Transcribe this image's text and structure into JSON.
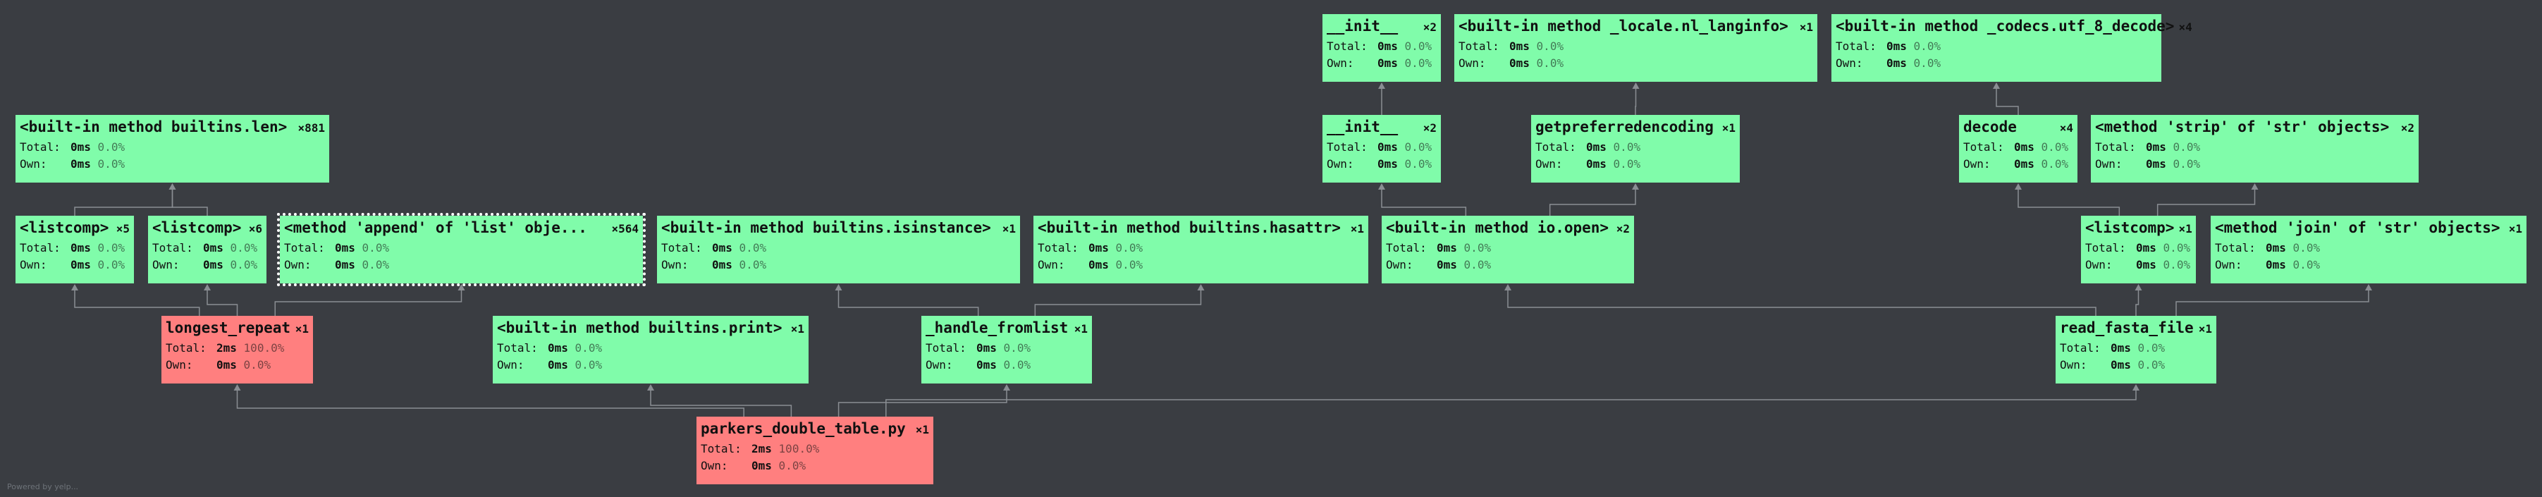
{
  "nodes": {
    "init_top": {
      "name": "__init__",
      "count": "×2",
      "total": "0ms",
      "total_pct": "0.0%",
      "own": "0ms",
      "own_pct": "0.0%"
    },
    "langinfo": {
      "name": "<built-in method _locale.nl_langinfo>",
      "count": "×1",
      "total": "0ms",
      "total_pct": "0.0%",
      "own": "0ms",
      "own_pct": "0.0%"
    },
    "utf8decode": {
      "name": "<built-in method _codecs.utf_8_decode>",
      "count": "×4",
      "total": "0ms",
      "total_pct": "0.0%",
      "own": "0ms",
      "own_pct": "0.0%"
    },
    "len": {
      "name": "<built-in method builtins.len>",
      "count": "×881",
      "total": "0ms",
      "total_pct": "0.0%",
      "own": "0ms",
      "own_pct": "0.0%"
    },
    "init_mid": {
      "name": "__init__",
      "count": "×2",
      "total": "0ms",
      "total_pct": "0.0%",
      "own": "0ms",
      "own_pct": "0.0%"
    },
    "getpref": {
      "name": "getpreferredencoding",
      "count": "×1",
      "total": "0ms",
      "total_pct": "0.0%",
      "own": "0ms",
      "own_pct": "0.0%"
    },
    "decode": {
      "name": "decode",
      "count": "×4",
      "total": "0ms",
      "total_pct": "0.0%",
      "own": "0ms",
      "own_pct": "0.0%"
    },
    "strip": {
      "name": "<method 'strip' of 'str' objects>",
      "count": "×2",
      "total": "0ms",
      "total_pct": "0.0%",
      "own": "0ms",
      "own_pct": "0.0%"
    },
    "listcomp1": {
      "name": "<listcomp>",
      "count": "×5",
      "total": "0ms",
      "total_pct": "0.0%",
      "own": "0ms",
      "own_pct": "0.0%"
    },
    "listcomp2": {
      "name": "<listcomp>",
      "count": "×6",
      "total": "0ms",
      "total_pct": "0.0%",
      "own": "0ms",
      "own_pct": "0.0%"
    },
    "append": {
      "name": "<method 'append' of 'list' obje...",
      "count": "×564",
      "total": "0ms",
      "total_pct": "0.0%",
      "own": "0ms",
      "own_pct": "0.0%"
    },
    "isinstance": {
      "name": "<built-in method builtins.isinstance>",
      "count": "×1",
      "total": "0ms",
      "total_pct": "0.0%",
      "own": "0ms",
      "own_pct": "0.0%"
    },
    "hasattr": {
      "name": "<built-in method builtins.hasattr>",
      "count": "×1",
      "total": "0ms",
      "total_pct": "0.0%",
      "own": "0ms",
      "own_pct": "0.0%"
    },
    "ioopen": {
      "name": "<built-in method io.open>",
      "count": "×2",
      "total": "0ms",
      "total_pct": "0.0%",
      "own": "0ms",
      "own_pct": "0.0%"
    },
    "listcomp3": {
      "name": "<listcomp>",
      "count": "×1",
      "total": "0ms",
      "total_pct": "0.0%",
      "own": "0ms",
      "own_pct": "0.0%"
    },
    "join": {
      "name": "<method 'join' of 'str' objects>",
      "count": "×1",
      "total": "0ms",
      "total_pct": "0.0%",
      "own": "0ms",
      "own_pct": "0.0%"
    },
    "longest": {
      "name": "longest_repeat",
      "count": "×1",
      "total": "2ms",
      "total_pct": "100.0%",
      "own": "0ms",
      "own_pct": "0.0%"
    },
    "print": {
      "name": "<built-in method builtins.print>",
      "count": "×1",
      "total": "0ms",
      "total_pct": "0.0%",
      "own": "0ms",
      "own_pct": "0.0%"
    },
    "fromlist": {
      "name": "_handle_fromlist",
      "count": "×1",
      "total": "0ms",
      "total_pct": "0.0%",
      "own": "0ms",
      "own_pct": "0.0%"
    },
    "readfasta": {
      "name": "read_fasta_file",
      "count": "×1",
      "total": "0ms",
      "total_pct": "0.0%",
      "own": "0ms",
      "own_pct": "0.0%"
    },
    "root": {
      "name": "parkers_double_table.py",
      "count": "×1",
      "total": "2ms",
      "total_pct": "100.0%",
      "own": "0ms",
      "own_pct": "0.0%"
    }
  },
  "labels": {
    "total": "Total:",
    "own": "Own:"
  },
  "footer": "Powered by yelp...",
  "colors": {
    "background": "#3a3d42",
    "hot": "#ff7f7f",
    "cool": "#80fcaa",
    "edge": "#8a8e93"
  }
}
